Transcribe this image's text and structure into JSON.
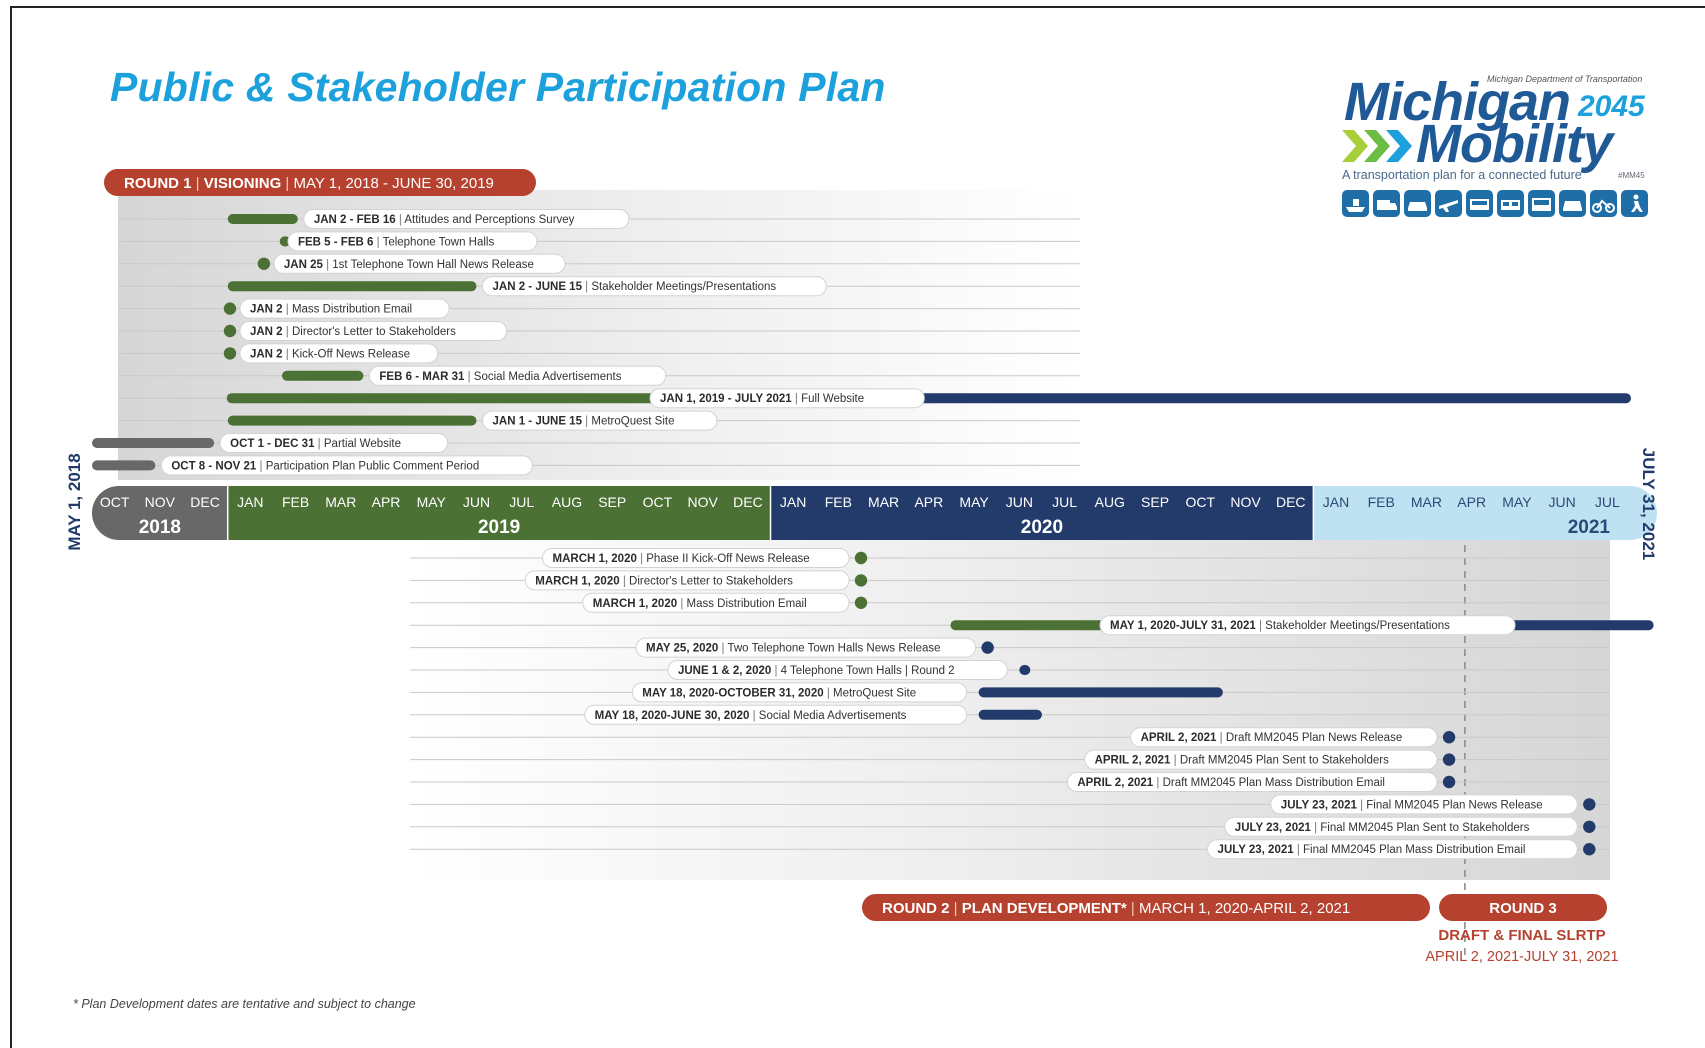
{
  "title": "Public & Stakeholder Participation Plan",
  "footnote": "* Plan Development dates are tentative and subject to change",
  "logo": {
    "department": "Michigan Department of Transportation",
    "word1": "Michigan",
    "year": "2045",
    "word2": "Mobility",
    "tagline": "A transportation plan for a connected future",
    "hashtag": "#MM45"
  },
  "side_labels": {
    "start": "MAY 1, 2018",
    "end": "JULY 31, 2021"
  },
  "colors": {
    "green": "#4b7135",
    "navy": "#233b6a",
    "gray": "#686868",
    "light_blue": "#bfe2f2",
    "red": "#b5412e",
    "title_blue": "#1da1dc",
    "axis_guide": "#8d8d8d"
  },
  "timeline": {
    "months": [
      "OCT",
      "NOV",
      "DEC",
      "JAN",
      "FEB",
      "MAR",
      "APR",
      "MAY",
      "JUN",
      "JUL",
      "AUG",
      "SEP",
      "OCT",
      "NOV",
      "DEC",
      "JAN",
      "FEB",
      "MAR",
      "APR",
      "MAY",
      "JUN",
      "JUL",
      "AUG",
      "SEP",
      "OCT",
      "NOV",
      "DEC",
      "JAN",
      "FEB",
      "MAR",
      "APR",
      "MAY",
      "JUN",
      "JUL"
    ],
    "years": [
      {
        "label": "2018",
        "start": 0,
        "end": 3,
        "fill": "gray"
      },
      {
        "label": "2019",
        "start": 3,
        "end": 15,
        "fill": "green"
      },
      {
        "label": "2020",
        "start": 15,
        "end": 27,
        "fill": "navy"
      },
      {
        "label": "2021",
        "start": 27,
        "end": 34,
        "fill": "light_blue"
      }
    ]
  },
  "round1": {
    "round": "ROUND 1",
    "name": "VISIONING",
    "dates": "MAY 1, 2018 - JUNE 30, 2019"
  },
  "round2": {
    "round": "ROUND 2",
    "name": "PLAN DEVELOPMENT*",
    "dates": "MARCH 1, 2020-APRIL 2, 2021"
  },
  "round3": {
    "round": "ROUND 3",
    "name": "DRAFT & FINAL SLRTP",
    "dates": "APRIL 2, 2021-JULY 31, 2021"
  },
  "round1_items": [
    {
      "date": "JAN 2 - FEB 16",
      "desc": "Attitudes and Perceptions Survey",
      "start": 3.0,
      "end": 4.55,
      "color": "green",
      "label_side": "after"
    },
    {
      "date": "FEB 5 - FEB 6",
      "desc": "Telephone Town Halls",
      "start": 4.15,
      "end": 4.2,
      "color": "green",
      "label_side": "after"
    },
    {
      "date": "JAN 25",
      "desc": "1st Telephone Town Hall News Release",
      "start": 3.8,
      "end": 3.8,
      "color": "green",
      "label_side": "after"
    },
    {
      "date": "JAN 2 - JUNE 15",
      "desc": "Stakeholder Meetings/Presentations",
      "start": 3.0,
      "end": 8.5,
      "color": "green",
      "label_side": "after"
    },
    {
      "date": "JAN 2",
      "desc": "Mass Distribution Email",
      "start": 3.05,
      "end": 3.05,
      "color": "green",
      "label_side": "after"
    },
    {
      "date": "JAN 2",
      "desc": "Director's Letter to Stakeholders",
      "start": 3.05,
      "end": 3.05,
      "color": "green",
      "label_side": "after"
    },
    {
      "date": "JAN 2",
      "desc": "Kick-Off News Release",
      "start": 3.05,
      "end": 3.05,
      "color": "green",
      "label_side": "after"
    },
    {
      "date": "FEB 6 - MAR 31",
      "desc": "Social Media Advertisements",
      "start": 4.2,
      "end": 6.0,
      "color": "green",
      "label_side": "after"
    },
    {
      "date": "JAN 1, 2019 - JULY 2021",
      "desc": "Full Website",
      "start": 3.0,
      "end": 34.0,
      "color": "green",
      "color2": "navy",
      "split": 15,
      "label_side": "inline"
    },
    {
      "date": "JAN 1 - JUNE 15",
      "desc": "MetroQuest Site",
      "start": 3.0,
      "end": 8.5,
      "color": "green",
      "label_side": "after"
    },
    {
      "date": "OCT 1 - DEC 31",
      "desc": "Partial Website",
      "start": 0.0,
      "end": 2.7,
      "color": "gray",
      "label_side": "after"
    },
    {
      "date": "OCT 8 - NOV 21",
      "desc": "Participation Plan Public Comment Period",
      "start": 0.0,
      "end": 1.4,
      "color": "gray",
      "label_side": "after"
    }
  ],
  "round2_items": [
    {
      "date": "MARCH 1, 2020",
      "desc": "Phase II Kick-Off News Release",
      "start": 17.0,
      "end": 17.0,
      "color": "green",
      "label_side": "before"
    },
    {
      "date": "MARCH 1, 2020",
      "desc": "Director's Letter to Stakeholders",
      "start": 17.0,
      "end": 17.0,
      "color": "green",
      "label_side": "before"
    },
    {
      "date": "MARCH 1, 2020",
      "desc": "Mass Distribution Email",
      "start": 17.0,
      "end": 17.0,
      "color": "green",
      "label_side": "before"
    },
    {
      "date": "MAY 1, 2020-JULY 31, 2021",
      "desc": "Stakeholder Meetings/Presentations",
      "start": 19.0,
      "end": 34.5,
      "color": "green",
      "color2": "navy",
      "split": 27,
      "label_side": "inline"
    },
    {
      "date": "MAY 25, 2020",
      "desc": "Two Telephone Town Halls News Release",
      "start": 19.8,
      "end": 19.8,
      "color": "navy",
      "label_side": "before"
    },
    {
      "date": "JUNE 1 & 2, 2020",
      "desc": "4 Telephone Town Halls | Round 2",
      "start": 20.5,
      "end": 20.6,
      "color": "navy",
      "label_side": "before"
    },
    {
      "date": "MAY 18, 2020-OCTOBER 31, 2020",
      "desc": "MetroQuest Site",
      "start": 19.6,
      "end": 25.0,
      "color": "navy",
      "label_side": "before"
    },
    {
      "date": "MAY 18, 2020-JUNE 30, 2020",
      "desc": "Social Media Advertisements",
      "start": 19.6,
      "end": 21.0,
      "color": "navy",
      "label_side": "before"
    },
    {
      "date": "APRIL 2, 2021",
      "desc": "Draft MM2045 Plan News Release",
      "start": 30.0,
      "end": 30.0,
      "color": "navy",
      "label_side": "before"
    },
    {
      "date": "APRIL 2, 2021",
      "desc": "Draft MM2045 Plan Sent to Stakeholders",
      "start": 30.0,
      "end": 30.0,
      "color": "navy",
      "label_side": "before"
    },
    {
      "date": "APRIL 2, 2021",
      "desc": "Draft MM2045 Plan Mass Distribution Email",
      "start": 30.0,
      "end": 30.0,
      "color": "navy",
      "label_side": "before"
    },
    {
      "date": "JULY 23, 2021",
      "desc": "Final MM2045 Plan News Release",
      "start": 33.1,
      "end": 33.1,
      "color": "navy",
      "label_side": "before"
    },
    {
      "date": "JULY 23, 2021",
      "desc": "Final MM2045 Plan Sent to Stakeholders",
      "start": 33.1,
      "end": 33.1,
      "color": "navy",
      "label_side": "before"
    },
    {
      "date": "JULY 23, 2021",
      "desc": "Final MM2045 Plan Mass Distribution Email",
      "start": 33.1,
      "end": 33.1,
      "color": "navy",
      "label_side": "before"
    }
  ]
}
